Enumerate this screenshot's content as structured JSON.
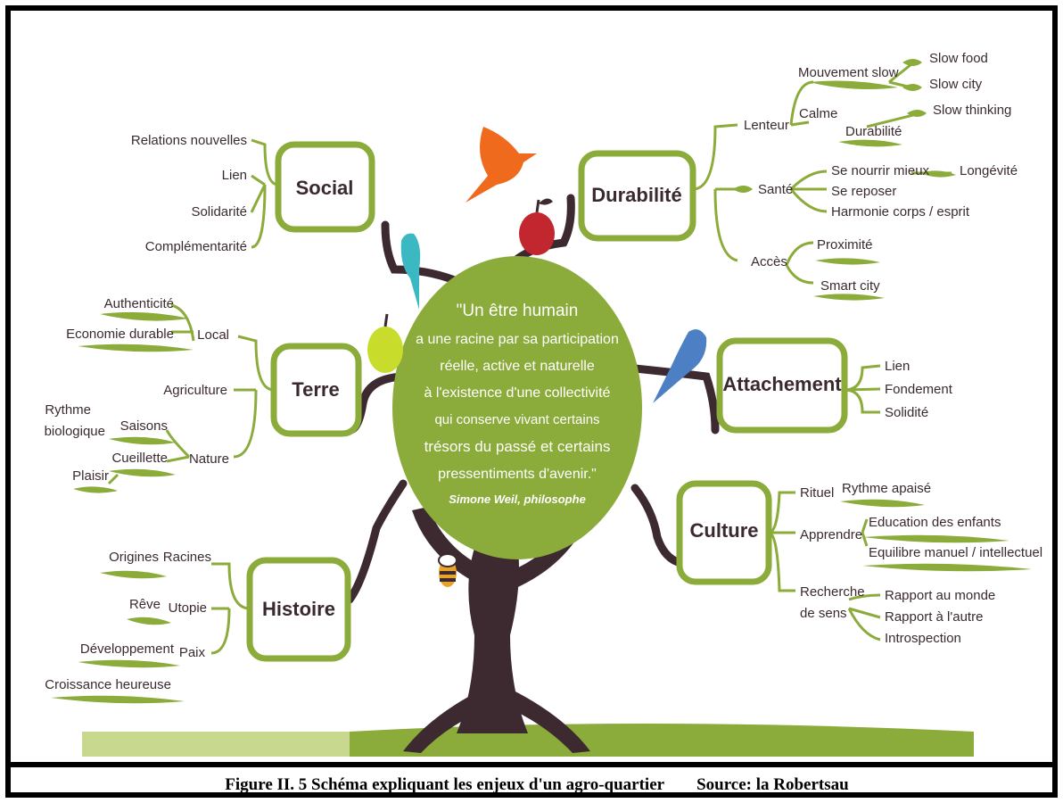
{
  "colors": {
    "green": "#8bab3a",
    "trunk": "#3c2a30",
    "text": "#3a2a2e",
    "leaf": "#b4cd5a",
    "orange": "#ef6a1d",
    "red": "#c2262e",
    "teal": "#3cb8c2",
    "lime": "#c7dc2b",
    "blue": "#4d7fc4",
    "bg_green": "#8bab3a"
  },
  "caption": {
    "figure": "Figure II. 5 Schéma expliquant les enjeux d'un agro-quartier",
    "source": "Source: la Robertsau"
  },
  "quote": {
    "l1": "\"Un être humain",
    "l2": "a une racine par sa participation",
    "l3": "réelle, active et naturelle",
    "l4": "à l'existence d'une collectivité",
    "l5": "qui conserve vivant certains",
    "l6": "trésors du passé et certains",
    "l7": "pressentiments d'avenir.\"",
    "author": "Simone Weil, philosophe"
  },
  "nodes": {
    "social": {
      "title": "Social",
      "items": [
        "Relations nouvelles",
        "Lien",
        "Solidarité",
        "Complémentarité"
      ]
    },
    "terre": {
      "title": "Terre",
      "local": "Local",
      "authenticite": "Authenticité",
      "economie": "Economie durable",
      "agriculture": "Agriculture",
      "nature": "Nature",
      "saisons": "Saisons",
      "rythme1": "Rythme",
      "rythme2": "biologique",
      "cueillette": "Cueillette",
      "plaisir": "Plaisir"
    },
    "histoire": {
      "title": "Histoire",
      "racines": "Racines",
      "origines": "Origines",
      "utopie": "Utopie",
      "reve": "Rêve",
      "paix": "Paix",
      "developpement": "Développement",
      "croissance": "Croissance heureuse"
    },
    "durabilite": {
      "title": "Durabilité",
      "lenteur": "Lenteur",
      "mouvement": "Mouvement slow",
      "calme": "Calme",
      "durabilite_sub": "Durabilité",
      "slow_food": "Slow food",
      "slow_city": "Slow city",
      "slow_thinking": "Slow thinking",
      "sante": "Santé",
      "nourrir": "Se nourrir mieux",
      "longevite": "Longévité",
      "reposer": "Se reposer",
      "harmonie": "Harmonie corps / esprit",
      "acces": "Accès",
      "proximite": "Proximité",
      "smart": "Smart city"
    },
    "attachement": {
      "title": "Attachement",
      "items": [
        "Lien",
        "Fondement",
        "Solidité"
      ]
    },
    "culture": {
      "title": "Culture",
      "rituel": "Rituel",
      "rythme_apaise": "Rythme apaisé",
      "apprendre": "Apprendre",
      "education": "Education des enfants",
      "equilibre": "Equilibre manuel / intellectuel",
      "recherche1": "Recherche",
      "recherche2": "de sens",
      "rapport_monde": "Rapport au monde",
      "rapport_autre": "Rapport à l'autre",
      "introspection": "Introspection"
    }
  }
}
